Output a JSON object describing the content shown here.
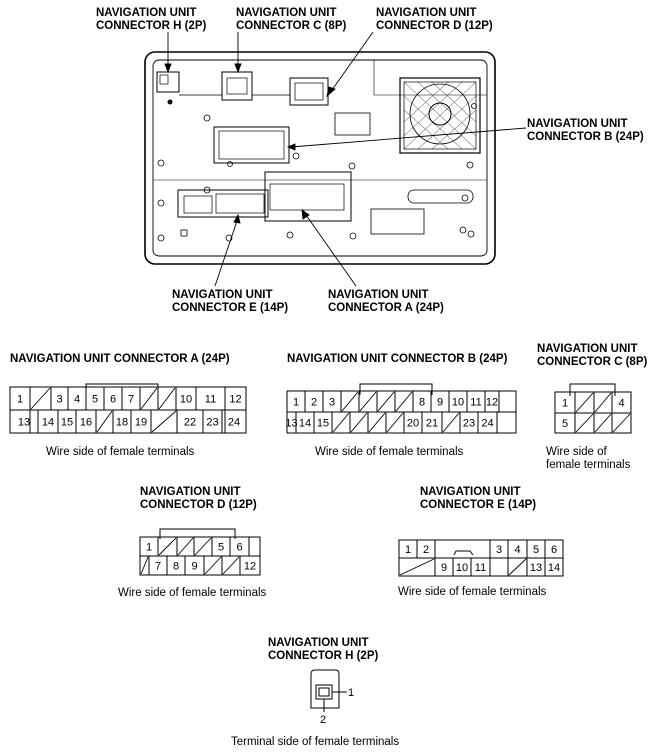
{
  "top_labels": {
    "h": [
      "NAVIGATION UNIT",
      "CONNECTOR H (2P)"
    ],
    "c": [
      "NAVIGATION UNIT",
      "CONNECTOR C (8P)"
    ],
    "d": [
      "NAVIGATION UNIT",
      "CONNECTOR D (12P)"
    ],
    "b": [
      "NAVIGATION UNIT",
      "CONNECTOR B (24P)"
    ],
    "e": [
      "NAVIGATION UNIT",
      "CONNECTOR E (14P)"
    ],
    "a": [
      "NAVIGATION UNIT",
      "CONNECTOR A (24P)"
    ]
  },
  "connectors": {
    "a": {
      "title": "NAVIGATION UNIT CONNECTOR A (24P)",
      "row1": [
        "1",
        "",
        "3",
        "4",
        "5",
        "6",
        "7",
        "",
        "",
        "10",
        "11",
        "12"
      ],
      "row2": [
        "13",
        "14",
        "15",
        "16",
        "",
        "18",
        "19",
        "",
        "22",
        "23",
        "24"
      ],
      "caption": "Wire side of female terminals"
    },
    "b": {
      "title": "NAVIGATION UNIT CONNECTOR B (24P)",
      "row1": [
        "1",
        "2",
        "3",
        "",
        "",
        "",
        "",
        "8",
        "9",
        "10",
        "11",
        "12"
      ],
      "row2": [
        "13",
        "14",
        "15",
        "",
        "",
        "",
        "",
        "20",
        "21",
        "",
        "23",
        "24"
      ],
      "caption": "Wire side of female terminals"
    },
    "c": {
      "title": [
        "NAVIGATION UNIT",
        "CONNECTOR C (8P)"
      ],
      "row1": [
        "1",
        "",
        "",
        "4"
      ],
      "row2": [
        "5",
        "",
        "",
        ""
      ],
      "caption": [
        "Wire side of",
        "female terminals"
      ]
    },
    "d": {
      "title": [
        "NAVIGATION UNIT",
        "CONNECTOR D (12P)"
      ],
      "row1": [
        "1",
        "",
        "",
        "",
        "5",
        "6"
      ],
      "row2": [
        "",
        "7",
        "8",
        "9",
        "",
        "",
        "12"
      ],
      "caption": "Wire side of female terminals"
    },
    "e": {
      "title": [
        "NAVIGATION UNIT",
        "CONNECTOR E (14P)"
      ],
      "left_row1": [
        "1",
        "2"
      ],
      "left_row2": [
        "",
        "9",
        "10",
        "11"
      ],
      "right_row1": [
        "3",
        "4",
        "5",
        "6"
      ],
      "right_row2": [
        "",
        "13",
        "14"
      ],
      "caption": "Wire side of female terminals"
    },
    "h": {
      "title": [
        "NAVIGATION UNIT",
        "CONNECTOR H (2P)"
      ],
      "pin1": "1",
      "pin2": "2",
      "caption": "Terminal side of female terminals"
    }
  }
}
